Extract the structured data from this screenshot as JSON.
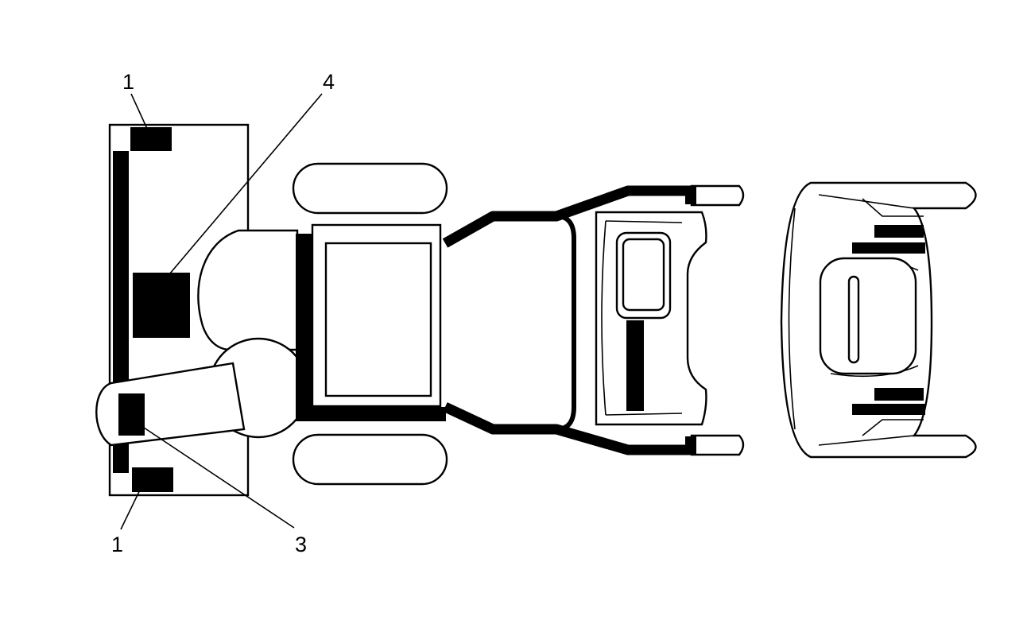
{
  "callouts": [
    {
      "id": "c1-top",
      "label": "1"
    },
    {
      "id": "c4",
      "label": "4"
    },
    {
      "id": "c1-bottom",
      "label": "1"
    },
    {
      "id": "c3",
      "label": "3"
    }
  ],
  "colors": {
    "stroke": "#000000",
    "fill": "#ffffff"
  }
}
